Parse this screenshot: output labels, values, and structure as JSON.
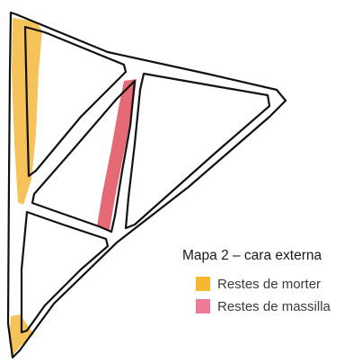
{
  "legend": {
    "title": "Mapa 2 – cara externa",
    "items": [
      {
        "label": "Restes de morter",
        "color": "#f7b731"
      },
      {
        "label": "Restes de massilla",
        "color": "#ee7a95"
      }
    ]
  },
  "colors": {
    "mortar_fill": "#f5b83d",
    "putty_fill": "#e0505e",
    "frame_stroke": "#111111",
    "background": "#ffffff"
  }
}
